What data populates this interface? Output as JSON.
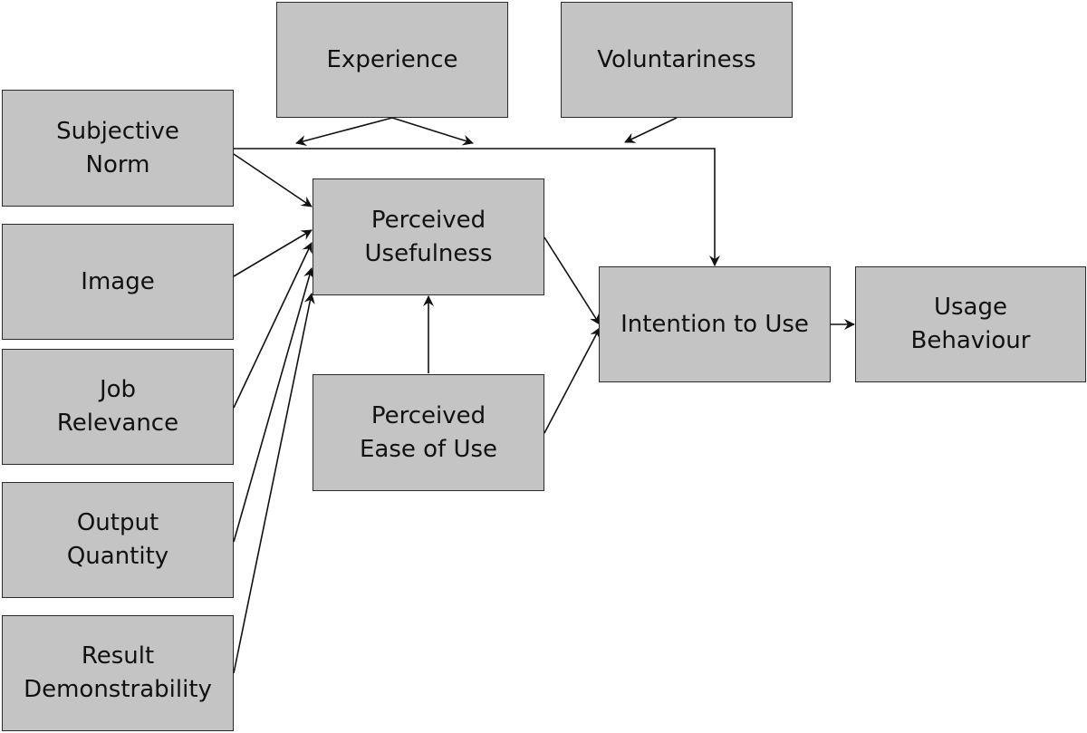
{
  "nodes": {
    "experience": "Experience",
    "voluntariness": "Voluntariness",
    "subjective_norm": "Subjective\nNorm",
    "image": "Image",
    "job_relevance": "Job\nRelevance",
    "output_quantity": "Output\nQuantity",
    "result_demonstrability": "Result\nDemonstrability",
    "perceived_usefulness": "Perceived\nUsefulness",
    "perceived_ease_of_use": "Perceived\nEase of Use",
    "intention_to_use": "Intention to Use",
    "usage_behaviour": "Usage\nBehaviour"
  },
  "colors": {
    "box_fill": "#c4c4c4",
    "box_border": "#2a2a2a",
    "line": "#111111"
  }
}
